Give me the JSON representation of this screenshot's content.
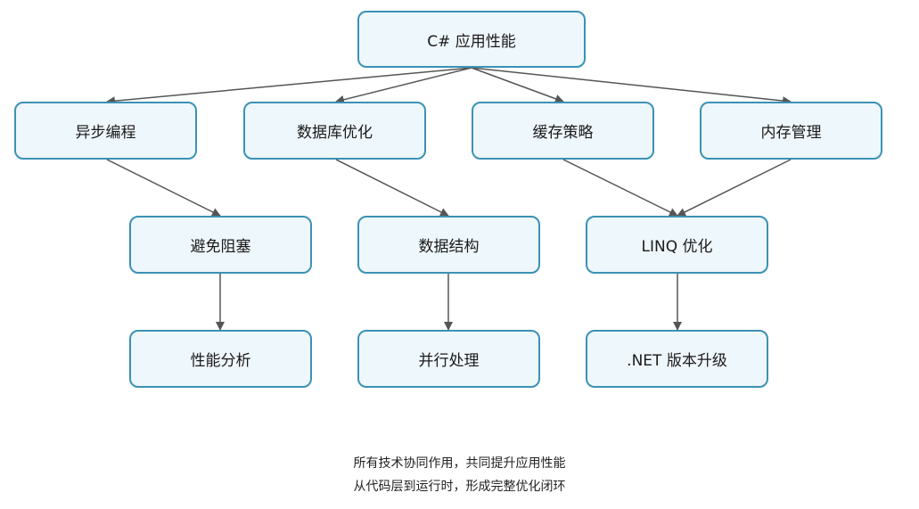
{
  "nodes": {
    "root": "C# 应用性能",
    "async": "异步编程",
    "db": "数据库优化",
    "cache": "缓存策略",
    "memory": "内存管理",
    "avoid_block": "避免阻塞",
    "data_struct": "数据结构",
    "linq": "LINQ 优化",
    "profiling": "性能分析",
    "parallel": "并行处理",
    "net_upgrade": ".NET 版本升级"
  },
  "caption": {
    "line1": "所有技术协同作用，共同提升应用性能",
    "line2": "从代码层到运行时，形成完整优化闭环"
  },
  "colors": {
    "node_fill": "#eef7fc",
    "node_border": "#3b92b4",
    "edge": "#555555"
  }
}
